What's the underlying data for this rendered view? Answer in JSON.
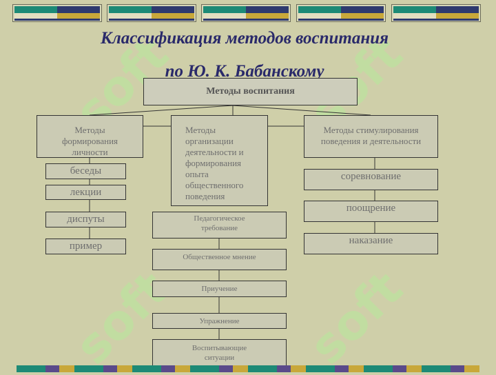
{
  "title": {
    "line1": "Классификация методов воспитания",
    "line2": "по Ю. К. Бабанскому"
  },
  "watermark_text": "soft",
  "diagram": {
    "root": "Методы воспитания",
    "branches": [
      {
        "label": "Методы формирования личности",
        "items": [
          "беседы",
          "лекции",
          "диспуты",
          "пример"
        ]
      },
      {
        "label": "Методы организации деятельности и формирования опыта общественного поведения",
        "items": [
          "Педагогическое требование",
          "Общественное мнение",
          "Приучение",
          "Упражнение",
          "Воспитывающие ситуации"
        ]
      },
      {
        "label": "Методы стимулирования поведения и деятельности",
        "items": [
          "соревнование",
          "поощрение",
          "наказание"
        ]
      }
    ]
  }
}
